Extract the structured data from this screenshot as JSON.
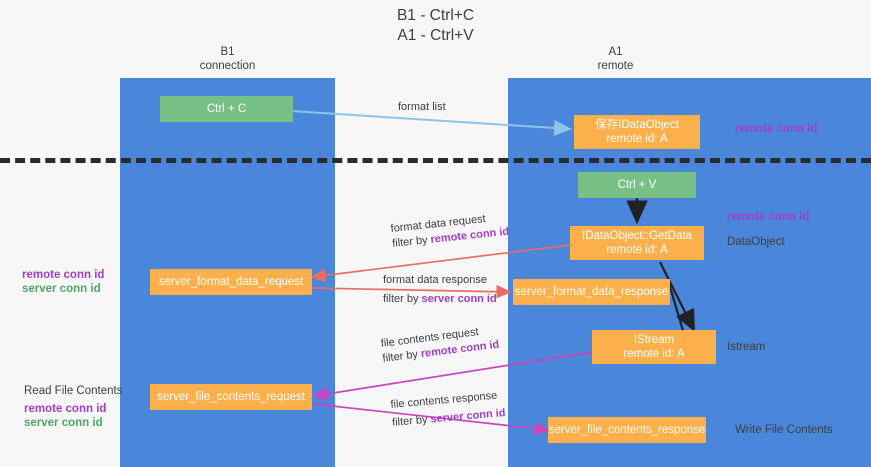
{
  "diagram": {
    "title_line1": "B1 - Ctrl+C",
    "title_line2": "A1 - Ctrl+V",
    "colors": {
      "lane": "#4a86d9",
      "green_node": "#77c186",
      "orange_node": "#fbb04c",
      "purple_text": "#a13fc4",
      "green_text": "#4fa564",
      "red_arrow": "#ea6c63",
      "magenta_arrow": "#cc43c0",
      "blue_arrow": "#8fc4ea",
      "black_arrow": "#202124",
      "background": "#f7f7f7"
    },
    "lanes": [
      {
        "id": "b1",
        "line1": "B1",
        "line2": "connection"
      },
      {
        "id": "a1",
        "line1": "A1",
        "line2": "remote"
      }
    ],
    "nodes": {
      "ctrl_c": {
        "line1": "Ctrl + C",
        "line2": ""
      },
      "save_idataobject": {
        "line1": "保存IDataObject",
        "line2": "remote id: A"
      },
      "ctrl_v": {
        "line1": "Ctrl + V",
        "line2": ""
      },
      "getdata": {
        "line1": "IDataObject::GetData",
        "line2": "remote id: A"
      },
      "server_format_data_request": {
        "line1": "server_format_data_request",
        "line2": ""
      },
      "server_format_data_response": {
        "line1": "server_format_data_response",
        "line2": ""
      },
      "istream": {
        "line1": "IStream",
        "line2": "remote id: A"
      },
      "server_file_contents_request": {
        "line1": "server_file_contents_request",
        "line2": ""
      },
      "server_file_contents_response": {
        "line1": "server_file_contents_response",
        "line2": ""
      }
    },
    "right_labels": {
      "remote_conn_id_top": "remote conn id",
      "remote_conn_id_mid": "remote conn id",
      "dataobject": "DataObject",
      "istream": "Istream",
      "write_file_contents": "Write File Contents"
    },
    "left_labels": {
      "remote_conn_id_mid": "remote conn id",
      "server_conn_id_mid": "server conn id",
      "read_file_contents": "Read File Contents",
      "remote_conn_id_bottom": "remote conn id",
      "server_conn_id_bottom": "server conn id"
    },
    "arrow_labels": {
      "format_list": "format list",
      "format_data_request": "format data request",
      "format_data_request_filter_prefix": "filter by ",
      "format_data_request_filter_value": "remote conn id",
      "format_data_response": "format data response",
      "format_data_response_filter_prefix": "filter by ",
      "format_data_response_filter_value": "server conn id",
      "file_contents_request": "file contents request",
      "file_contents_request_filter_prefix": "filter by ",
      "file_contents_request_filter_value": "remote conn id",
      "file_contents_response": "file contents response",
      "file_contents_response_filter_prefix": "filter by ",
      "file_contents_response_filter_value": "server conn id"
    }
  }
}
